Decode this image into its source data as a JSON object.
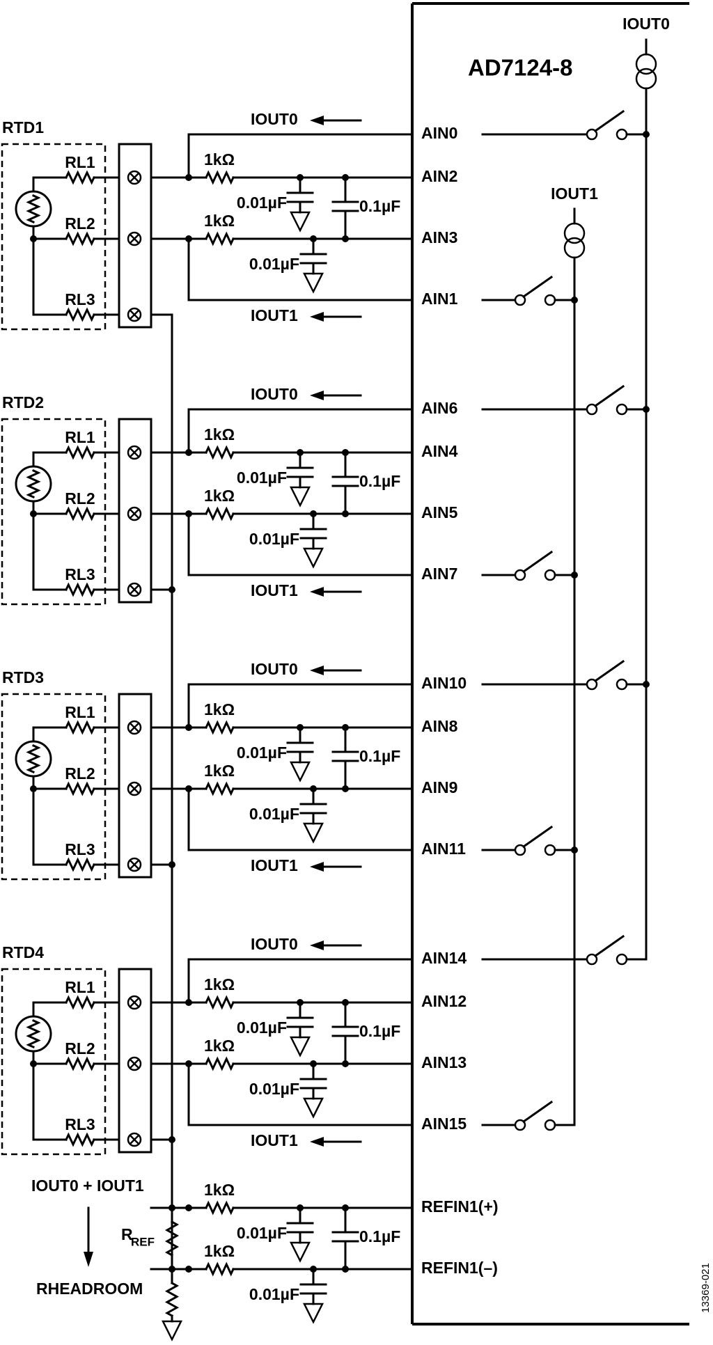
{
  "chip": {
    "name": "AD7124-8"
  },
  "sources": {
    "iout0": "IOUT0",
    "iout1": "IOUT1"
  },
  "groups": [
    {
      "rtd": "RTD1",
      "leads": [
        "RL1",
        "RL2",
        "RL3"
      ],
      "pins": [
        "AIN0",
        "AIN2",
        "AIN3",
        "AIN1"
      ],
      "iout_top": "IOUT0",
      "iout_bottom": "IOUT1",
      "resistors": [
        "1kΩ",
        "1kΩ"
      ],
      "caps": [
        "0.01µF",
        "0.1µF",
        "0.01µF"
      ]
    },
    {
      "rtd": "RTD2",
      "leads": [
        "RL1",
        "RL2",
        "RL3"
      ],
      "pins": [
        "AIN6",
        "AIN4",
        "AIN5",
        "AIN7"
      ],
      "iout_top": "IOUT0",
      "iout_bottom": "IOUT1",
      "resistors": [
        "1kΩ",
        "1kΩ"
      ],
      "caps": [
        "0.01µF",
        "0.1µF",
        "0.01µF"
      ]
    },
    {
      "rtd": "RTD3",
      "leads": [
        "RL1",
        "RL2",
        "RL3"
      ],
      "pins": [
        "AIN10",
        "AIN8",
        "AIN9",
        "AIN11"
      ],
      "iout_top": "IOUT0",
      "iout_bottom": "IOUT1",
      "resistors": [
        "1kΩ",
        "1kΩ"
      ],
      "caps": [
        "0.01µF",
        "0.1µF",
        "0.01µF"
      ]
    },
    {
      "rtd": "RTD4",
      "leads": [
        "RL1",
        "RL2",
        "RL3"
      ],
      "pins": [
        "AIN14",
        "AIN12",
        "AIN13",
        "AIN15"
      ],
      "iout_top": "IOUT0",
      "iout_bottom": "IOUT1",
      "resistors": [
        "1kΩ",
        "1kΩ"
      ],
      "caps": [
        "0.01µF",
        "0.1µF",
        "0.01µF"
      ]
    }
  ],
  "reference": {
    "current_label": "IOUT0 + IOUT1",
    "rref_main": "R",
    "rref_sub": "REF",
    "rheadroom": "RHEADROOM",
    "pins": [
      "REFIN1(+)",
      "REFIN1(–)"
    ],
    "resistors": [
      "1kΩ",
      "1kΩ"
    ],
    "caps": [
      "0.01µF",
      "0.1µF",
      "0.01µF"
    ]
  },
  "figure_id": "13369-021"
}
